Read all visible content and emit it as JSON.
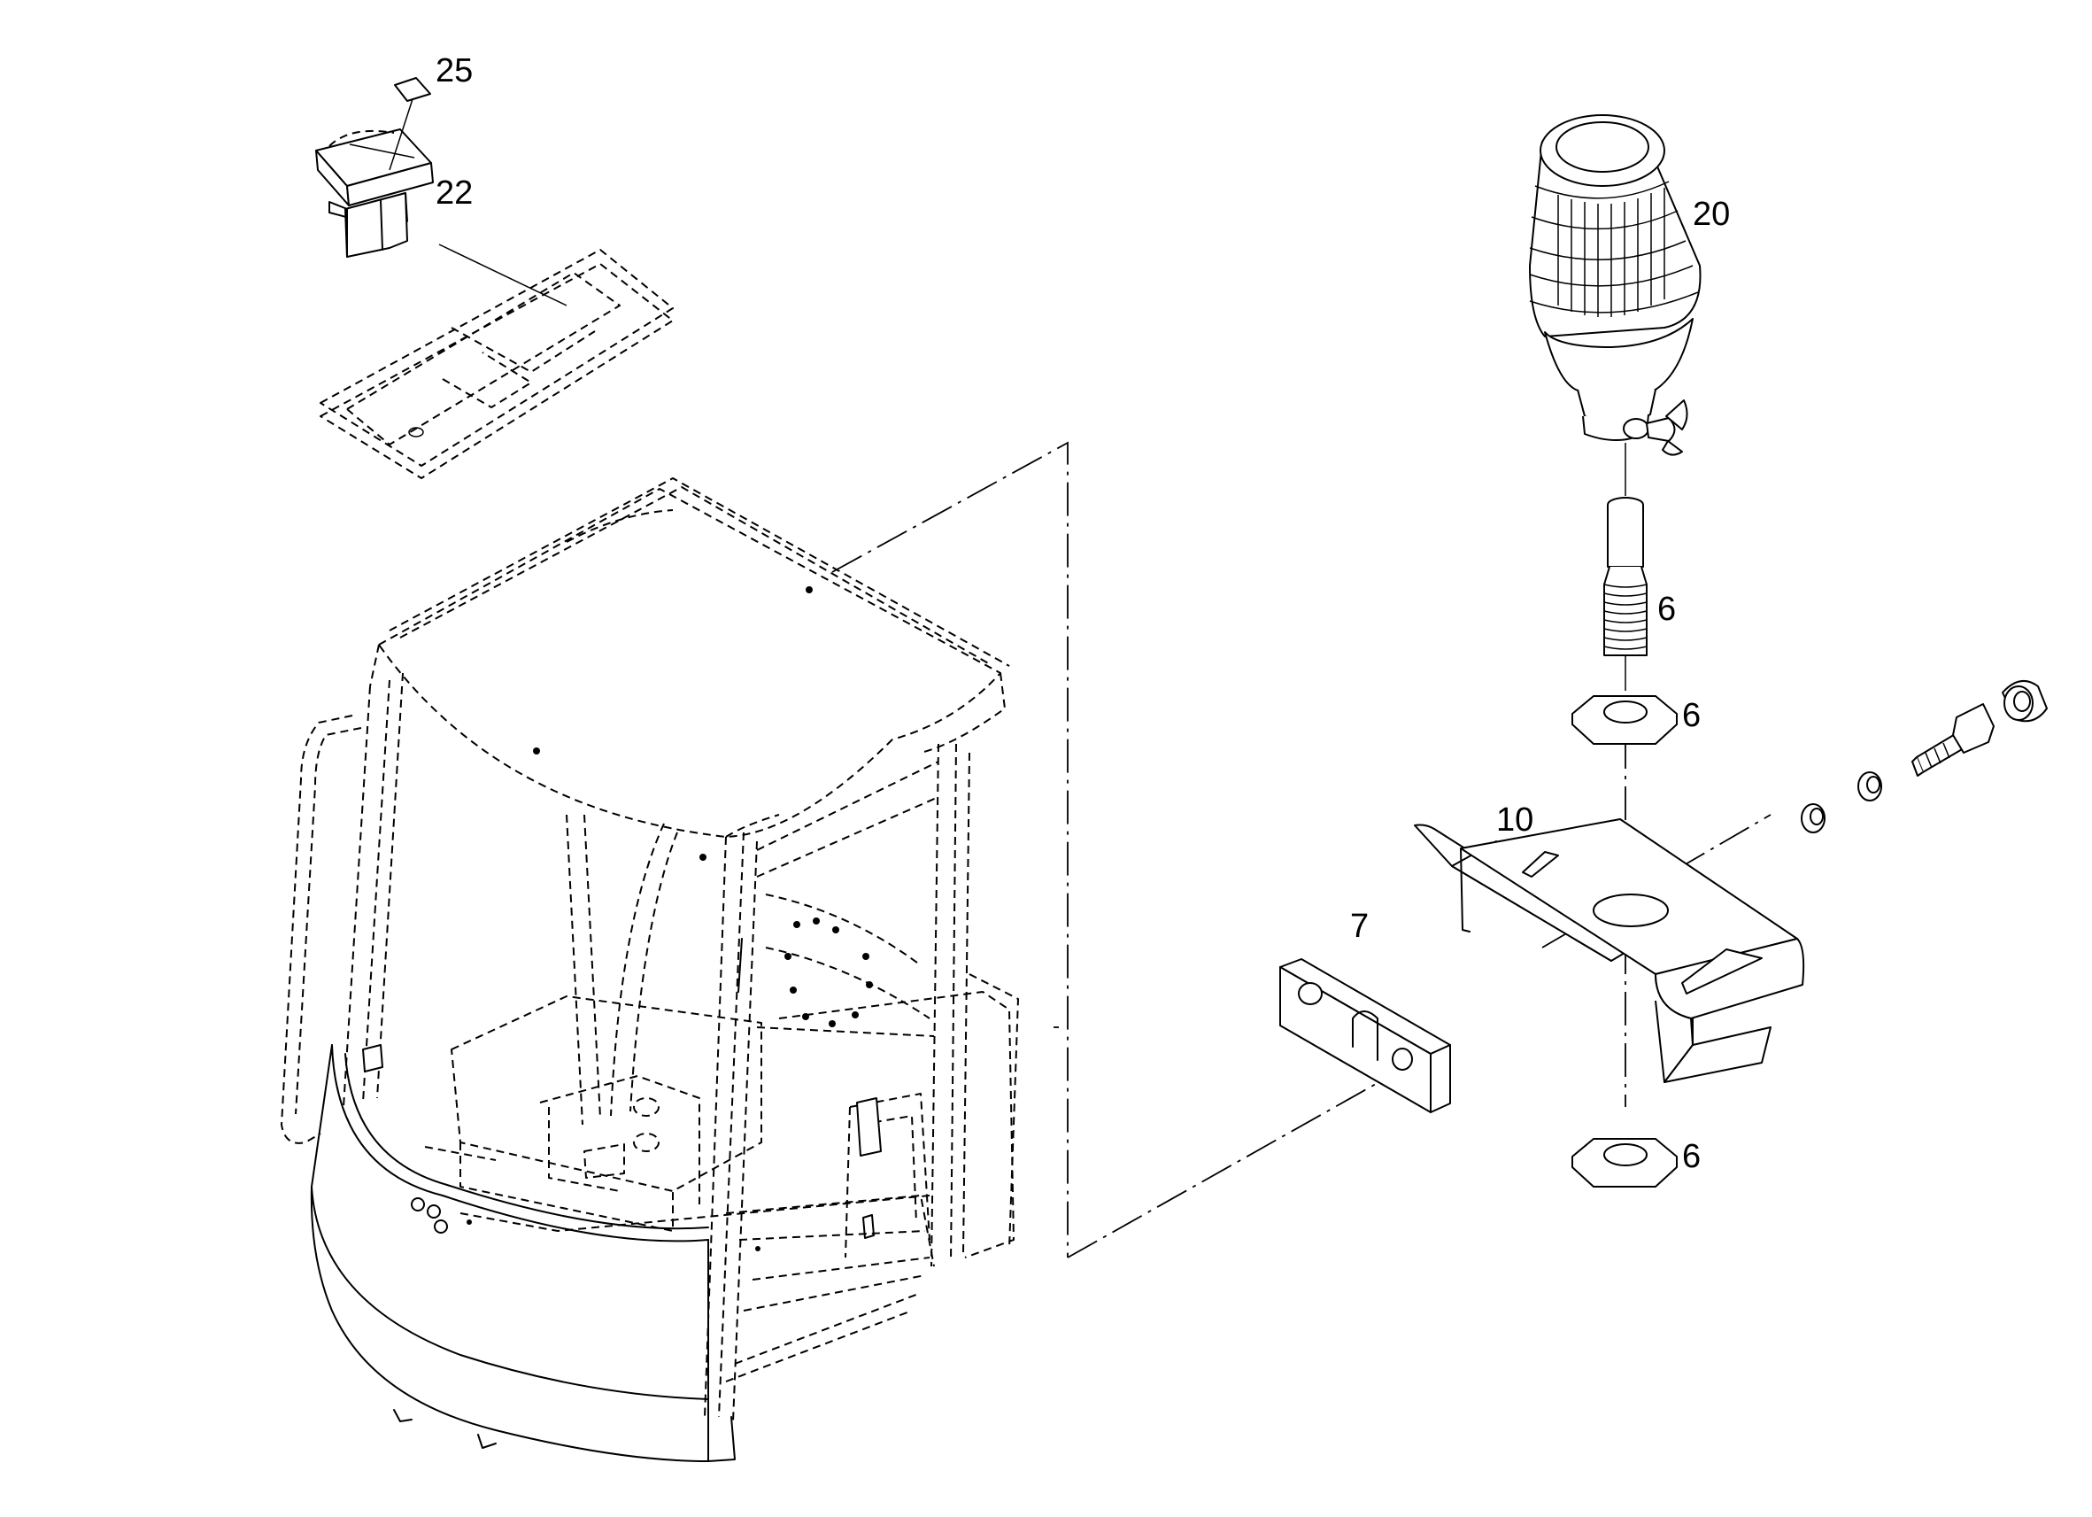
{
  "callouts": [
    {
      "id": "25",
      "text": "25"
    },
    {
      "id": "22",
      "text": "22"
    },
    {
      "id": "20",
      "text": "20"
    },
    {
      "id": "6a",
      "text": "6"
    },
    {
      "id": "6b",
      "text": "6"
    },
    {
      "id": "10",
      "text": "10"
    },
    {
      "id": "7",
      "text": "7"
    },
    {
      "id": "6c",
      "text": "6"
    }
  ]
}
